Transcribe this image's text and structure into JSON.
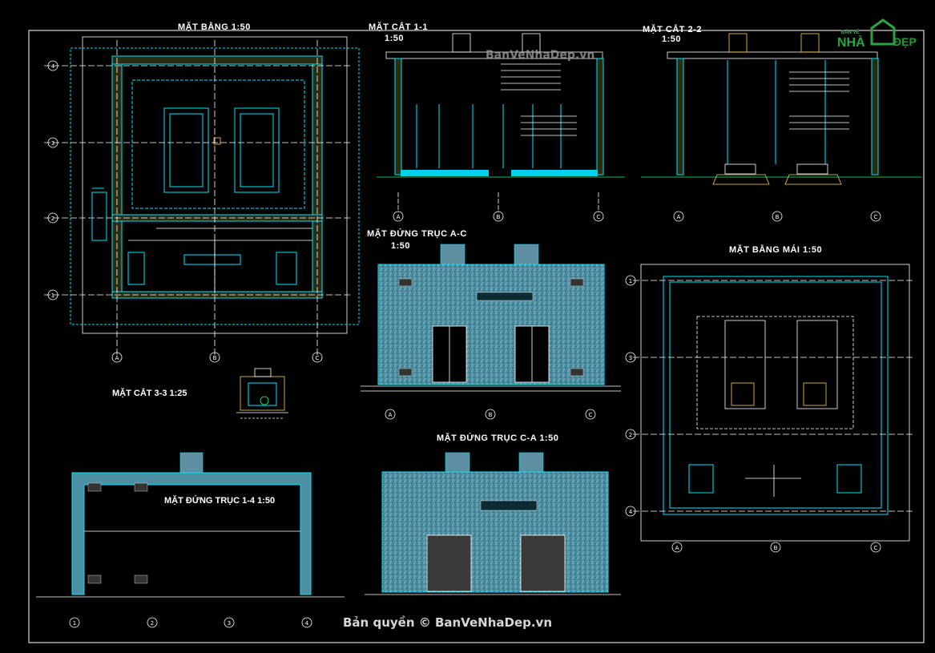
{
  "titles": {
    "plan": "MẶT BẰNG   1:50",
    "sec11": "MẶT CẮT 1-1",
    "sec11_scale": "1:50",
    "sec22": "MẶT CẮT 2-2",
    "sec22_scale": "1:50",
    "elevAC": "MẶT ĐỨNG TRỤC A-C",
    "elevAC_scale": "1:50",
    "roof": "MẶT BẰNG MÁI   1:50",
    "sec33": "MẶT CẮT 3-3   1:25",
    "elev14": "MẶT ĐỨNG TRỤC 1-4   1:50",
    "elevCA": "MẶT ĐỨNG TRỤC C-A   1:50"
  },
  "watermark": "BanVeNhaDep.vn",
  "copyright": "Bản quyền © BanVeNhaDep.vn",
  "logo": {
    "top": "BẢN VẼ",
    "left": "NHÀ",
    "right": "ĐẸP"
  },
  "axes": {
    "letters": [
      "A",
      "B",
      "C"
    ],
    "numbers": [
      "1",
      "2",
      "3",
      "4"
    ]
  },
  "colors": {
    "background": "#000000",
    "cyan": "#00e5ff",
    "white": "#ffffff",
    "yellow": "#ffd24a",
    "green": "#00ff66",
    "magenta": "#ff3cff"
  }
}
